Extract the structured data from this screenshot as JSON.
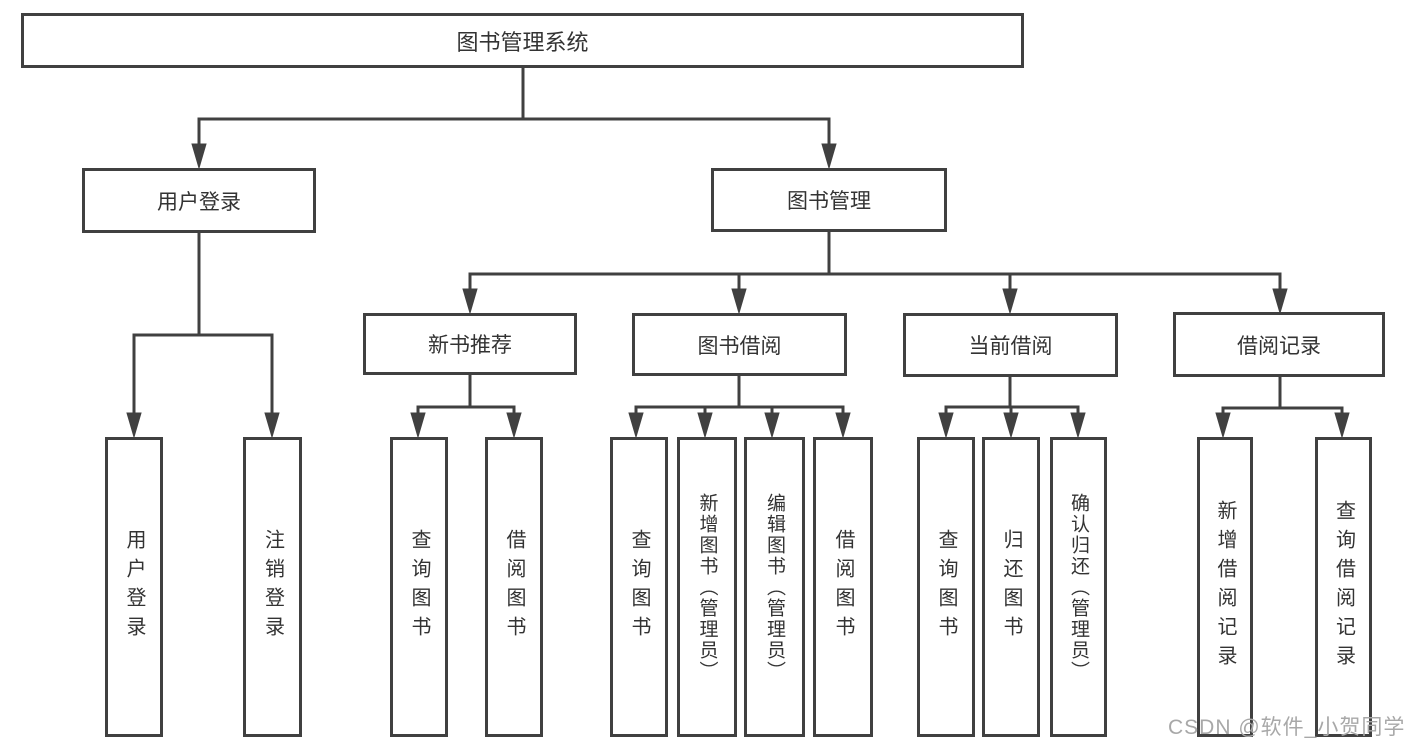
{
  "diagram_title": "图书管理系统",
  "watermark": "CSDN @软件_小贺同学",
  "colors": {
    "line": "#404040",
    "box_border": "#404040",
    "text": "#333333",
    "watermark": "#a8a8a8",
    "background": "#ffffff"
  },
  "tree": {
    "root": {
      "label": "图书管理系统",
      "children": [
        {
          "label": "用户登录",
          "children": [
            "用户登录",
            "注销登录"
          ]
        },
        {
          "label": "图书管理",
          "children": [
            {
              "label": "新书推荐",
              "children": [
                "查询图书",
                "借阅图书"
              ]
            },
            {
              "label": "图书借阅",
              "children": [
                "查询图书",
                "新增图书（管理员）",
                "编辑图书（管理员）",
                "借阅图书"
              ]
            },
            {
              "label": "当前借阅",
              "children": [
                "查询图书",
                "归还图书",
                "确认归还（管理员）"
              ]
            },
            {
              "label": "借阅记录",
              "children": [
                "新增借阅记录",
                "查询借阅记录"
              ]
            }
          ]
        }
      ]
    }
  }
}
